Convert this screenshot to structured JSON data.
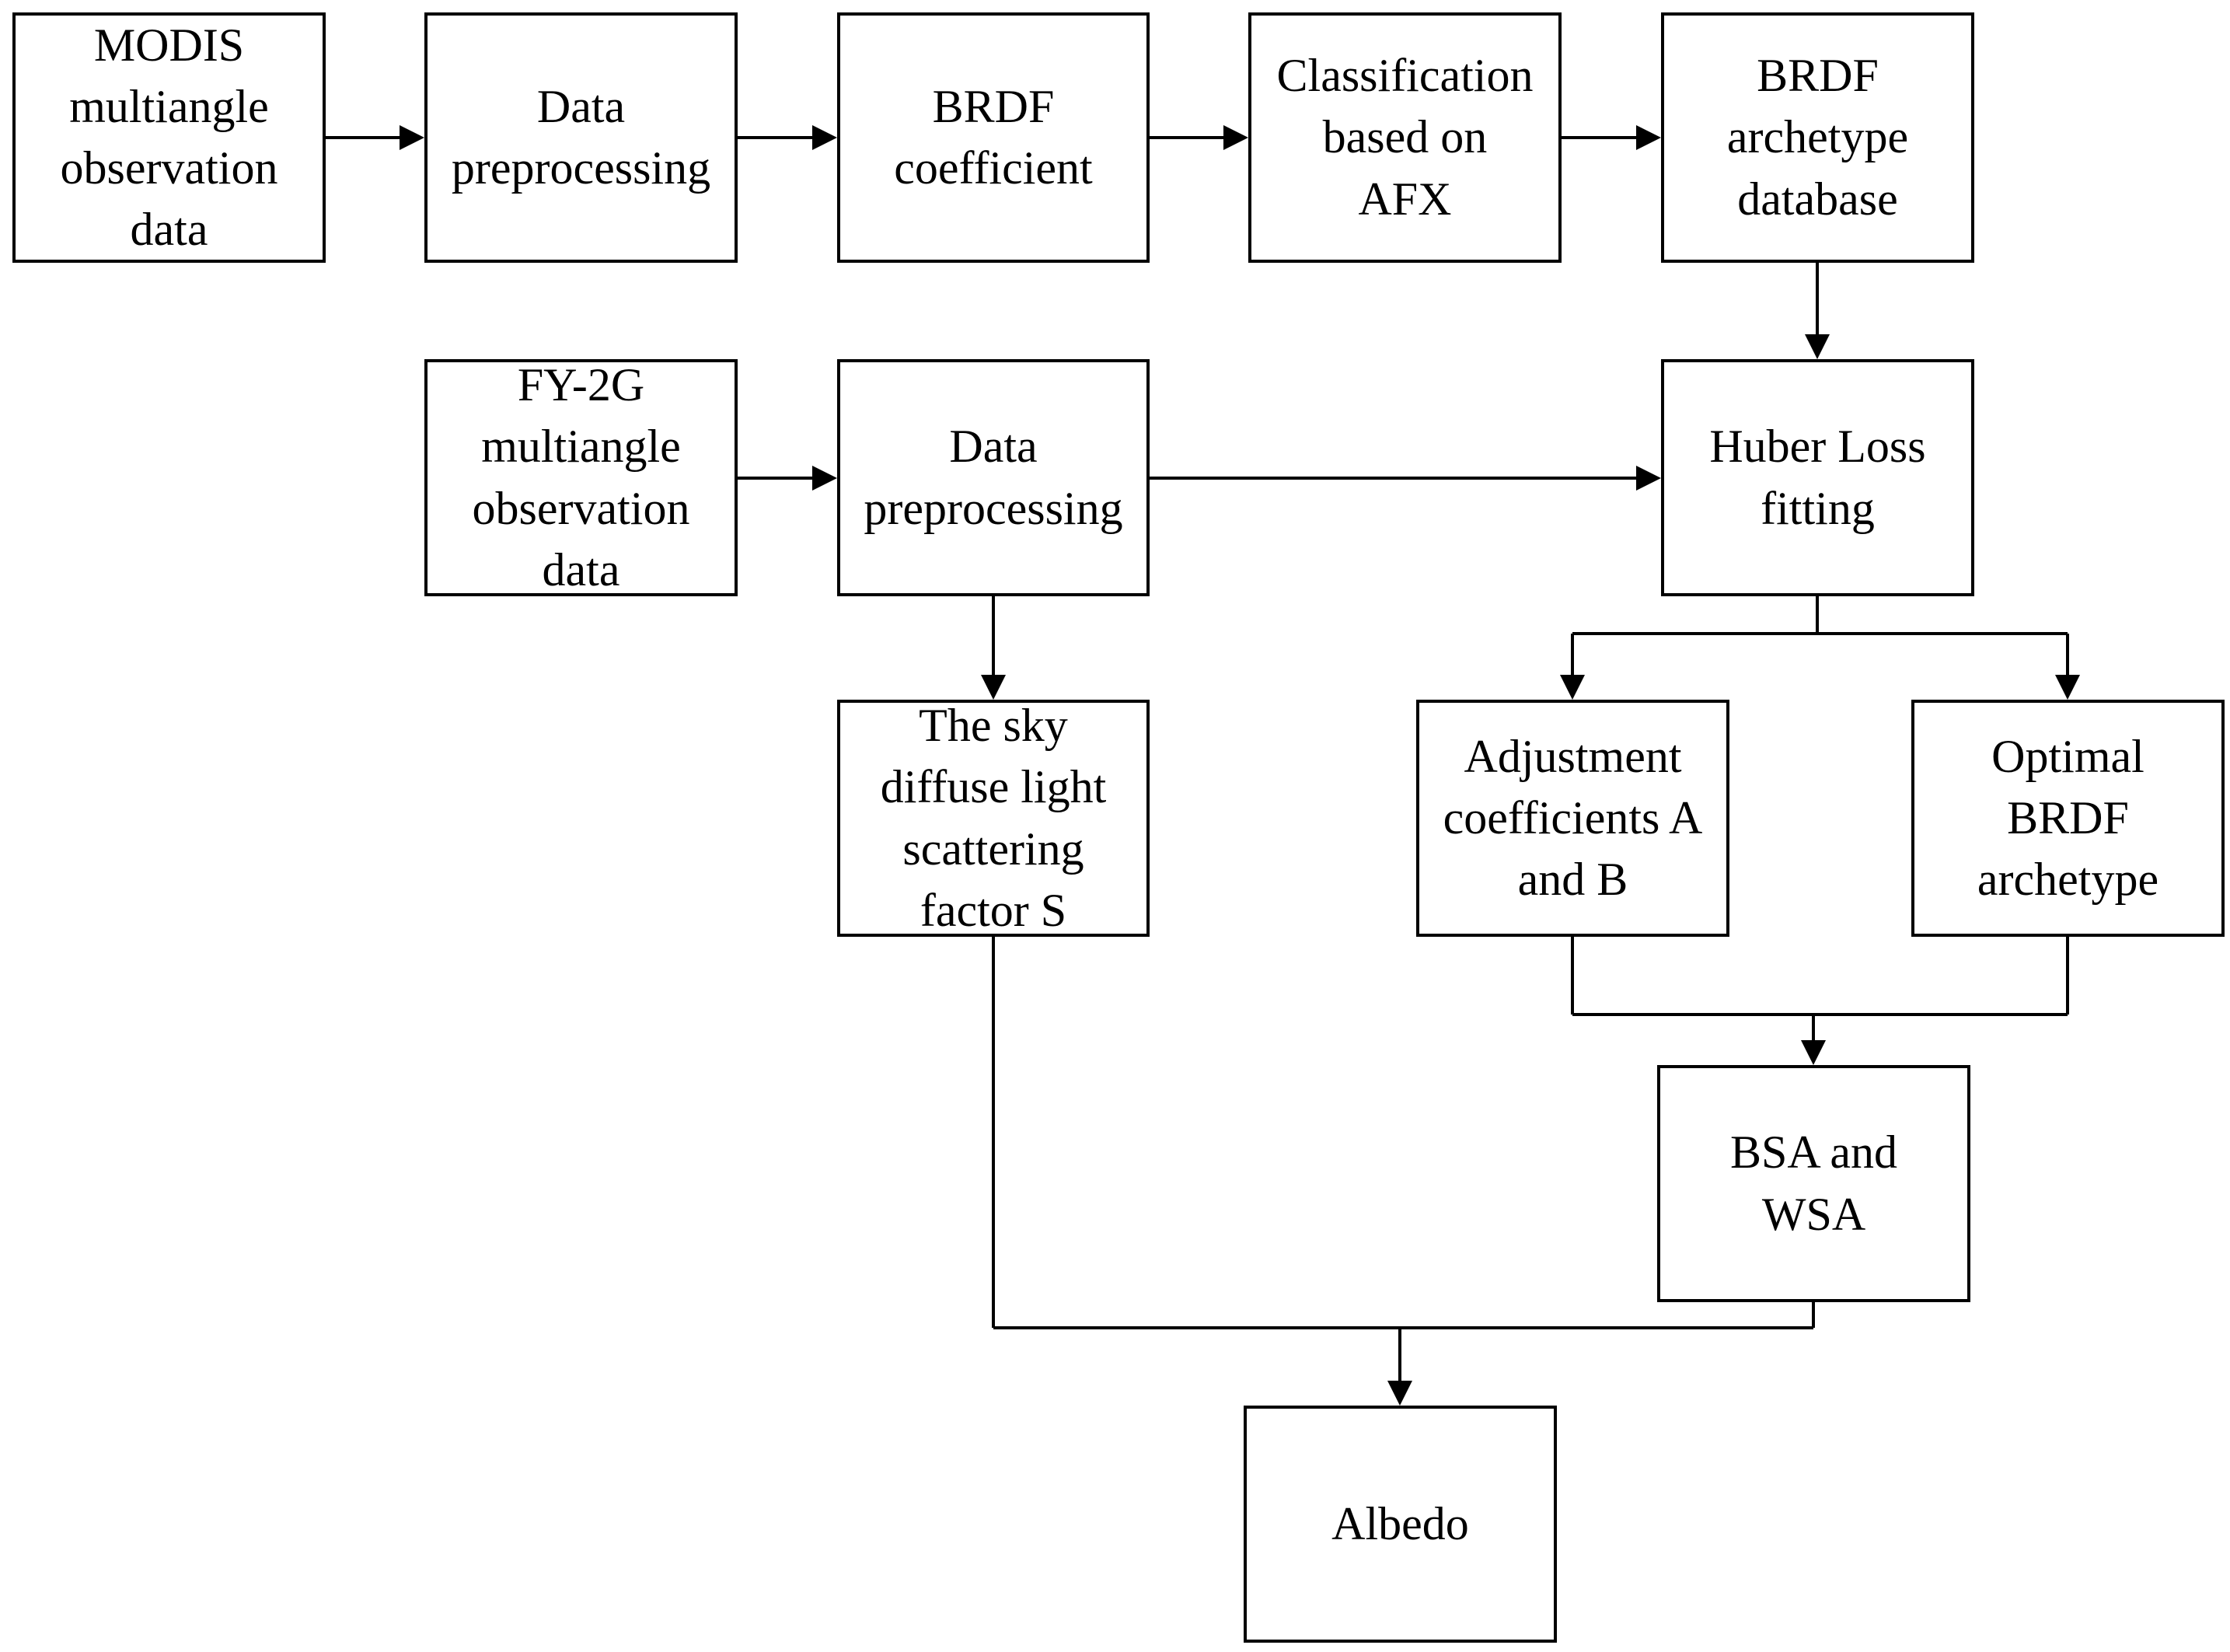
{
  "diagram": {
    "nodes": {
      "modis_obs": {
        "label": "MODIS\nmultiangle\nobservation\ndata"
      },
      "preproc_1": {
        "label": "Data\npreprocessing"
      },
      "brdf_coef": {
        "label": "BRDF\ncoefficient"
      },
      "classify_afx": {
        "label": "Classification\nbased on\nAFX"
      },
      "archetype_db": {
        "label": "BRDF\narchetype\ndatabase"
      },
      "fy2g_obs": {
        "label": "FY-2G\nmultiangle\nobservation\ndata"
      },
      "preproc_2": {
        "label": "Data\npreprocessing"
      },
      "huber_fit": {
        "label": "Huber Loss\nfitting"
      },
      "sky_factor": {
        "label": "The sky\ndiffuse light\nscattering\nfactor S"
      },
      "adj_coef": {
        "label": "Adjustment\ncoefficients A\nand B"
      },
      "opt_archetype": {
        "label": "Optimal\nBRDF\narchetype"
      },
      "bsa_wsa": {
        "label": "BSA and\nWSA"
      },
      "albedo": {
        "label": "Albedo"
      }
    },
    "edges": [
      [
        "modis_obs",
        "preproc_1"
      ],
      [
        "preproc_1",
        "brdf_coef"
      ],
      [
        "brdf_coef",
        "classify_afx"
      ],
      [
        "classify_afx",
        "archetype_db"
      ],
      [
        "archetype_db",
        "huber_fit"
      ],
      [
        "fy2g_obs",
        "preproc_2"
      ],
      [
        "preproc_2",
        "huber_fit"
      ],
      [
        "preproc_2",
        "sky_factor"
      ],
      [
        "huber_fit",
        "adj_coef"
      ],
      [
        "huber_fit",
        "opt_archetype"
      ],
      [
        "adj_coef",
        "bsa_wsa"
      ],
      [
        "opt_archetype",
        "bsa_wsa"
      ],
      [
        "sky_factor",
        "albedo"
      ],
      [
        "bsa_wsa",
        "albedo"
      ]
    ]
  }
}
